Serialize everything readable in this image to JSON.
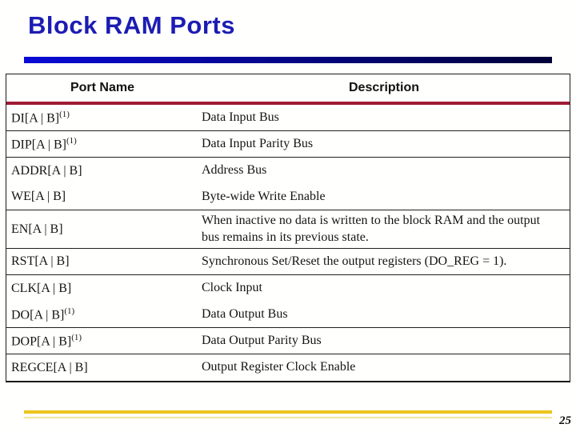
{
  "slide": {
    "title": "Block RAM Ports",
    "page_number": "25"
  },
  "colors": {
    "title_blue": "#1c1cb4",
    "bar_gradient_start": "#0a0ad6",
    "bar_gradient_end": "#000038",
    "header_rule_red": "#9e1b33",
    "footer_gold": "#edc41e",
    "table_border": "#1a1a1a"
  },
  "table": {
    "headers": [
      "Port Name",
      "Description"
    ],
    "rows": [
      {
        "port": "DI[A | B]",
        "sup": "(1)",
        "description": "Data Input Bus",
        "divider": true,
        "tall": false
      },
      {
        "port": "DIP[A | B]",
        "sup": "(1)",
        "description": "Data Input Parity Bus",
        "divider": true,
        "tall": false
      },
      {
        "port": "ADDR[A | B]",
        "sup": "",
        "description": "Address Bus",
        "divider": false,
        "tall": false
      },
      {
        "port": "WE[A | B]",
        "sup": "",
        "description": "Byte-wide Write Enable",
        "divider": true,
        "tall": false
      },
      {
        "port": "EN[A | B]",
        "sup": "",
        "description": "When inactive no data is written to the block RAM and the output bus remains in its previous state.",
        "divider": true,
        "tall": true
      },
      {
        "port": "RST[A | B]",
        "sup": "",
        "description": "Synchronous Set/Reset the output registers (DO_REG = 1).",
        "divider": true,
        "tall": false
      },
      {
        "port": "CLK[A | B]",
        "sup": "",
        "description": "Clock Input",
        "divider": false,
        "tall": false
      },
      {
        "port": "DO[A | B]",
        "sup": "(1)",
        "description": "Data Output Bus",
        "divider": true,
        "tall": false
      },
      {
        "port": "DOP[A | B]",
        "sup": "(1)",
        "description": "Data Output Parity Bus",
        "divider": true,
        "tall": false
      },
      {
        "port": "REGCE[A | B]",
        "sup": "",
        "description": "Output Register Clock Enable",
        "divider": false,
        "tall": false
      }
    ]
  }
}
